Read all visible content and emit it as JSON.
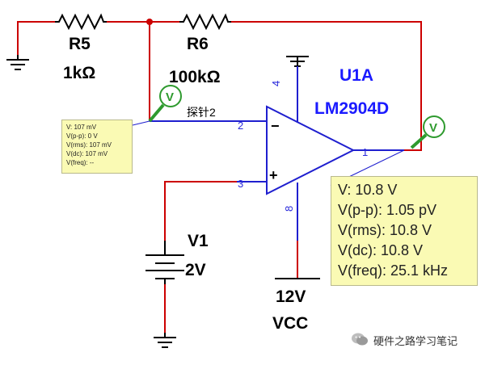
{
  "components": {
    "r5": {
      "ref": "R5",
      "value": "1kΩ"
    },
    "r6": {
      "ref": "R6",
      "value": "100kΩ"
    },
    "u1a": {
      "ref": "U1A",
      "part": "LM2904D"
    },
    "v1": {
      "ref": "V1",
      "value": "2V"
    },
    "vcc": {
      "value": "12V",
      "name": "VCC"
    }
  },
  "pins": {
    "p1": "1",
    "p2": "2",
    "p3": "3",
    "p4": "4",
    "p8": "8"
  },
  "opamp_symbols": {
    "minus": "−",
    "plus": "+"
  },
  "probes": {
    "probe_glyph": "V",
    "inverting_label": "探针2",
    "inverting": {
      "v": "V: 107 mV",
      "vpp": "V(p-p): 0 V",
      "vrms": "V(rms): 107 mV",
      "vdc": "V(dc): 107 mV",
      "vfreq": "V(freq): --"
    },
    "output": {
      "v": "V: 10.8 V",
      "vpp": "V(p-p): 1.05 pV",
      "vrms": "V(rms): 10.8 V",
      "vdc": "V(dc): 10.8 V",
      "vfreq": "V(freq): 25.1 kHz"
    }
  },
  "watermark": "硬件之路学习笔记",
  "colors": {
    "wire": "#cc0000",
    "net": "#1f1fcf",
    "probe": "#2e9a2e",
    "tooltip_bg": "#fafab4"
  }
}
